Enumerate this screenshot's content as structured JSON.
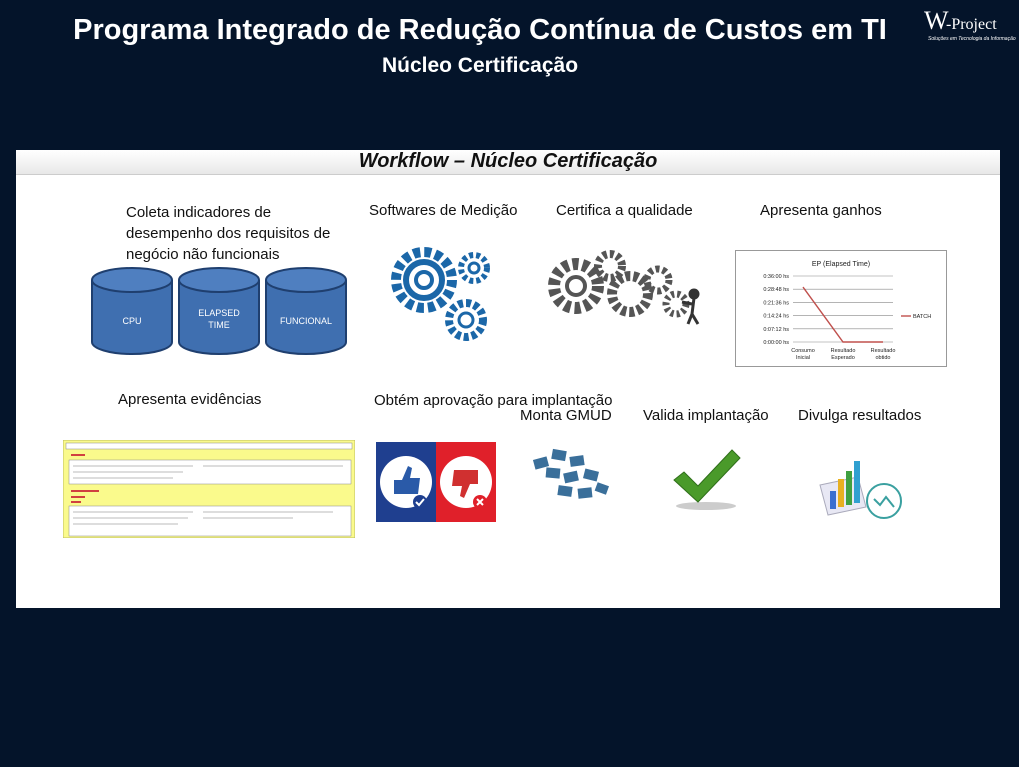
{
  "header": {
    "title": "Programa Integrado de Redução Contínua de Custos em TI",
    "subtitle": "Núcleo Certificação",
    "logo_text": "W-Project"
  },
  "panel": {
    "title": "Workflow – Núcleo Certificação"
  },
  "steps": {
    "coleta": "Coleta indicadores de desempenho dos requisitos de negócio não funcionais",
    "softwares": "Softwares de Medição",
    "certifica": "Certifica a qualidade",
    "ganhos": "Apresenta ganhos",
    "evidencias": "Apresenta evidências",
    "aprovacao": "Obtém aprovação para implantação",
    "gmud": "Monta GMUD",
    "valida": "Valida implantação",
    "divulga": "Divulga resultados"
  },
  "databases": {
    "cpu": "CPU",
    "elapsed": "ELAPSED TIME",
    "funcional": "FUNCIONAL",
    "color": "#3f6fb0"
  },
  "chart_data": {
    "type": "line",
    "title": "EP (Elapsed Time)",
    "categories": [
      "Consumo Inicial",
      "Resultado Esperado",
      "Resultado obtido"
    ],
    "y_ticks": [
      "0:36:00 hs",
      "0:28:48 hs",
      "0:21:36 hs",
      "0:14:24 hs",
      "0:07:12 hs",
      "0:00:00 hs"
    ],
    "series": [
      {
        "name": "BATCH",
        "values": [
          0.0208,
          0.0,
          0.0
        ]
      }
    ],
    "ylim": [
      0,
      0.025
    ],
    "legend": "right",
    "color": "#c0504d"
  }
}
